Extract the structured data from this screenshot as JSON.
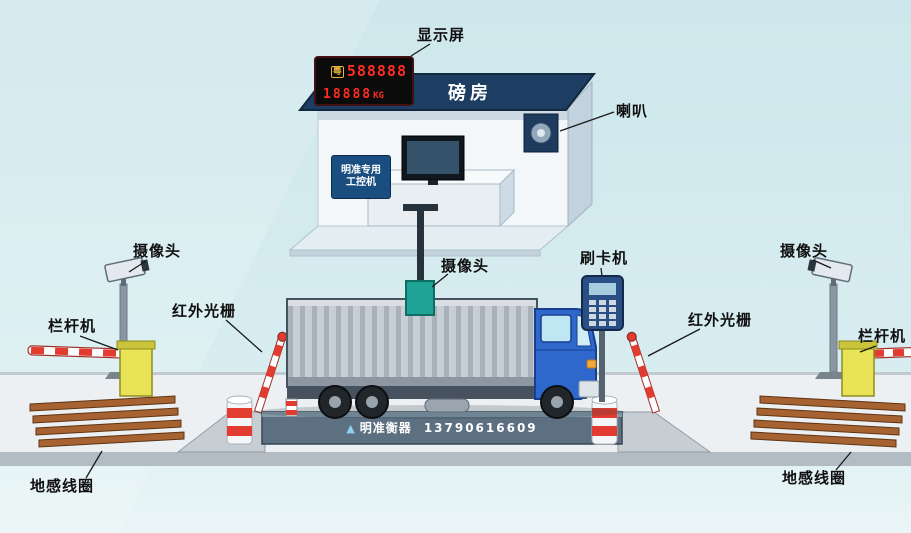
{
  "labels": {
    "display_screen": "显示屏",
    "weigh_room": "磅房",
    "speaker": "喇叭",
    "camera_left": "摄像头",
    "camera_center": "摄像头",
    "camera_right": "摄像头",
    "card_reader": "刷卡机",
    "ir_grating_left": "红外光栅",
    "ir_grating_right": "红外光栅",
    "barrier_left": "栏杆机",
    "barrier_right": "栏杆机",
    "ground_coil_left": "地感线圈",
    "ground_coil_right": "地感线圈"
  },
  "led_display": {
    "plate_prefix": "粤",
    "plate_number": "588888",
    "weight_value": "18888",
    "weight_unit": "KG"
  },
  "control_pc": {
    "line1": "明准专用",
    "line2": "工控机"
  },
  "platform_branding": {
    "logo_glyph": "▲",
    "brand": "明准衡器",
    "phone": "13790616609"
  },
  "colors": {
    "background": "#d5ebee",
    "roof_navy": "#1d3d63",
    "led_red": "#ff2d23",
    "cab_blue": "#2f68cd",
    "barrier_yellow": "#e9e457",
    "stripe_red": "#e23b30",
    "coil_brown": "#a66230",
    "platform_gray": "#5c7082"
  }
}
